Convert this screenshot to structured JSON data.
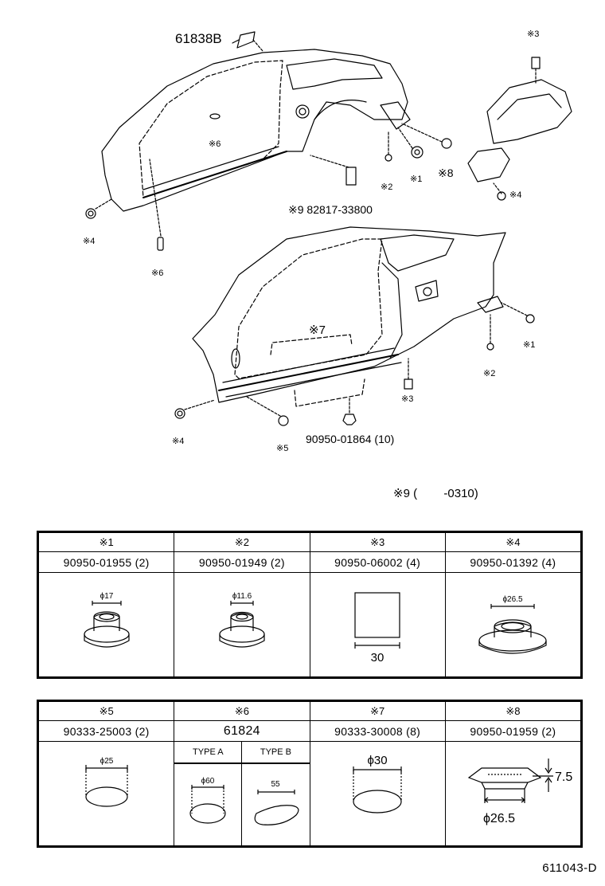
{
  "diagram": {
    "callouts": {
      "top_part": "61838B",
      "top_n6": "※6",
      "top_n6b": "※6",
      "top_n4": "※4",
      "top_n2": "※2",
      "top_n1": "※1",
      "top_n8": "※8",
      "top_n3": "※3",
      "top_n4r": "※4",
      "top_n9": "※9 82817-33800",
      "bot_n7": "※7",
      "bot_n1": "※1",
      "bot_n2": "※2",
      "bot_n3": "※3",
      "bot_n4": "※4",
      "bot_n5": "※5",
      "bot_part": "90950-01864 (10)",
      "note9": "※9 (        -0310)"
    }
  },
  "tables": [
    {
      "headers": [
        "※1",
        "※2",
        "※3",
        "※4"
      ],
      "parts": [
        "90950-01955 (2)",
        "90950-01949 (2)",
        "90950-06002 (4)",
        "90950-01392 (4)"
      ],
      "dims": [
        "ϕ17",
        "ϕ11.6",
        "30",
        "ϕ26.5"
      ]
    },
    {
      "headers": [
        "※5",
        "※6",
        "※7",
        "※8"
      ],
      "parts": [
        "90333-25003 (2)",
        "61824",
        "90333-30008 (8)",
        "90950-01959 (2)"
      ],
      "dims": [
        "ϕ25",
        "ϕ60",
        "55",
        "ϕ30",
        "7.5",
        "ϕ26.5"
      ],
      "type_labels": [
        "TYPE A",
        "TYPE B"
      ]
    }
  ],
  "footer": {
    "code": "611043-D"
  }
}
